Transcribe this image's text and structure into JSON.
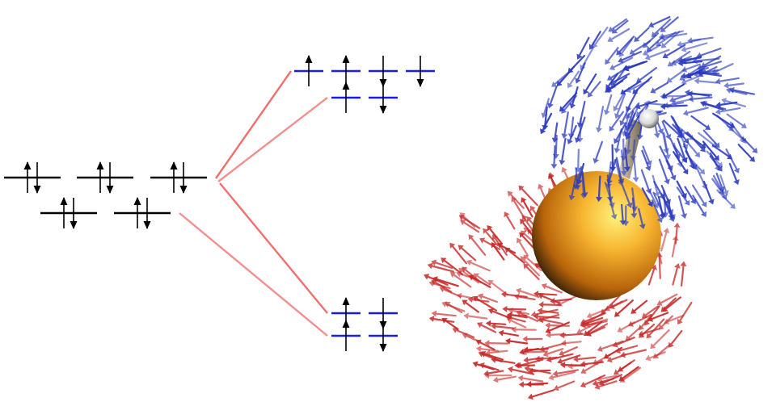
{
  "diagram": {
    "colors": {
      "background": "#ffffff",
      "degenerate_level": "#000000",
      "split_level": "#1a1aee",
      "connector": "#f07070",
      "spin_arrow": "#000000",
      "up_field_arrows": "#2b3bbf",
      "down_field_arrows": "#c82828",
      "central_atom": "#f0a020",
      "ligand_atom": "#e8e8e8",
      "bond": "#b8ad98"
    },
    "degenerate_levels": [
      {
        "spin": "up-down"
      },
      {
        "spin": "up-down"
      },
      {
        "spin": "up-down"
      },
      {
        "spin": "up-down"
      },
      {
        "spin": "up-down"
      }
    ],
    "split_levels": {
      "upper_top": [
        {
          "spin": "up"
        },
        {
          "spin": "up"
        },
        {
          "spin": "down"
        },
        {
          "spin": "down"
        }
      ],
      "upper_second": [
        {
          "spin": "up"
        },
        {
          "spin": "down"
        }
      ],
      "lower_top": [
        {
          "spin": "up"
        },
        {
          "spin": "down"
        }
      ],
      "lower_bottom": [
        {
          "spin": "up"
        },
        {
          "spin": "down"
        }
      ]
    },
    "molecule": {
      "central_atom": "large-sphere",
      "ligand_atom": "small-sphere",
      "field_lobes": [
        "upper-blue-lobe",
        "lower-red-lobe"
      ]
    }
  }
}
